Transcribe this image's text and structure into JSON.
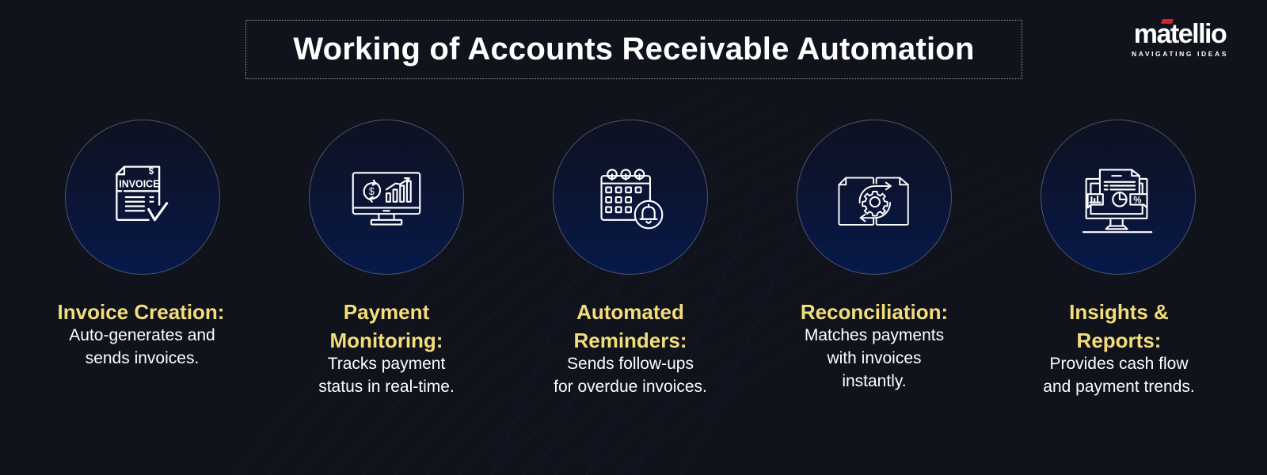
{
  "header": {
    "title": "Working of Accounts Receivable Automation"
  },
  "logo": {
    "brand": "matellio",
    "tagline": "NAVIGATING IDEAS",
    "accent_color": "#d6222a"
  },
  "colors": {
    "background": "#10121c",
    "heading_yellow": "#f3de7a",
    "circle_bottom": "#06194a",
    "text": "#ffffff"
  },
  "steps": [
    {
      "icon": "invoice-document-icon",
      "icon_text": "INVOICE",
      "title_lines": [
        "Invoice Creation:"
      ],
      "desc_lines": [
        "Auto-generates and",
        "sends invoices."
      ]
    },
    {
      "icon": "monitor-payment-chart-icon",
      "title_lines": [
        "Payment",
        "Monitoring:"
      ],
      "desc_lines": [
        "Tracks payment",
        "status in real-time."
      ]
    },
    {
      "icon": "calendar-bell-icon",
      "title_lines": [
        "Automated",
        "Reminders:"
      ],
      "desc_lines": [
        "Sends follow-ups",
        "for overdue invoices."
      ]
    },
    {
      "icon": "documents-gear-sync-icon",
      "title_lines": [
        "Reconciliation:"
      ],
      "desc_lines": [
        "Matches payments",
        "with invoices",
        "instantly."
      ]
    },
    {
      "icon": "report-monitor-icon",
      "title_lines": [
        "Insights &",
        "Reports:"
      ],
      "desc_lines": [
        "Provides cash flow",
        "and payment trends."
      ]
    }
  ]
}
